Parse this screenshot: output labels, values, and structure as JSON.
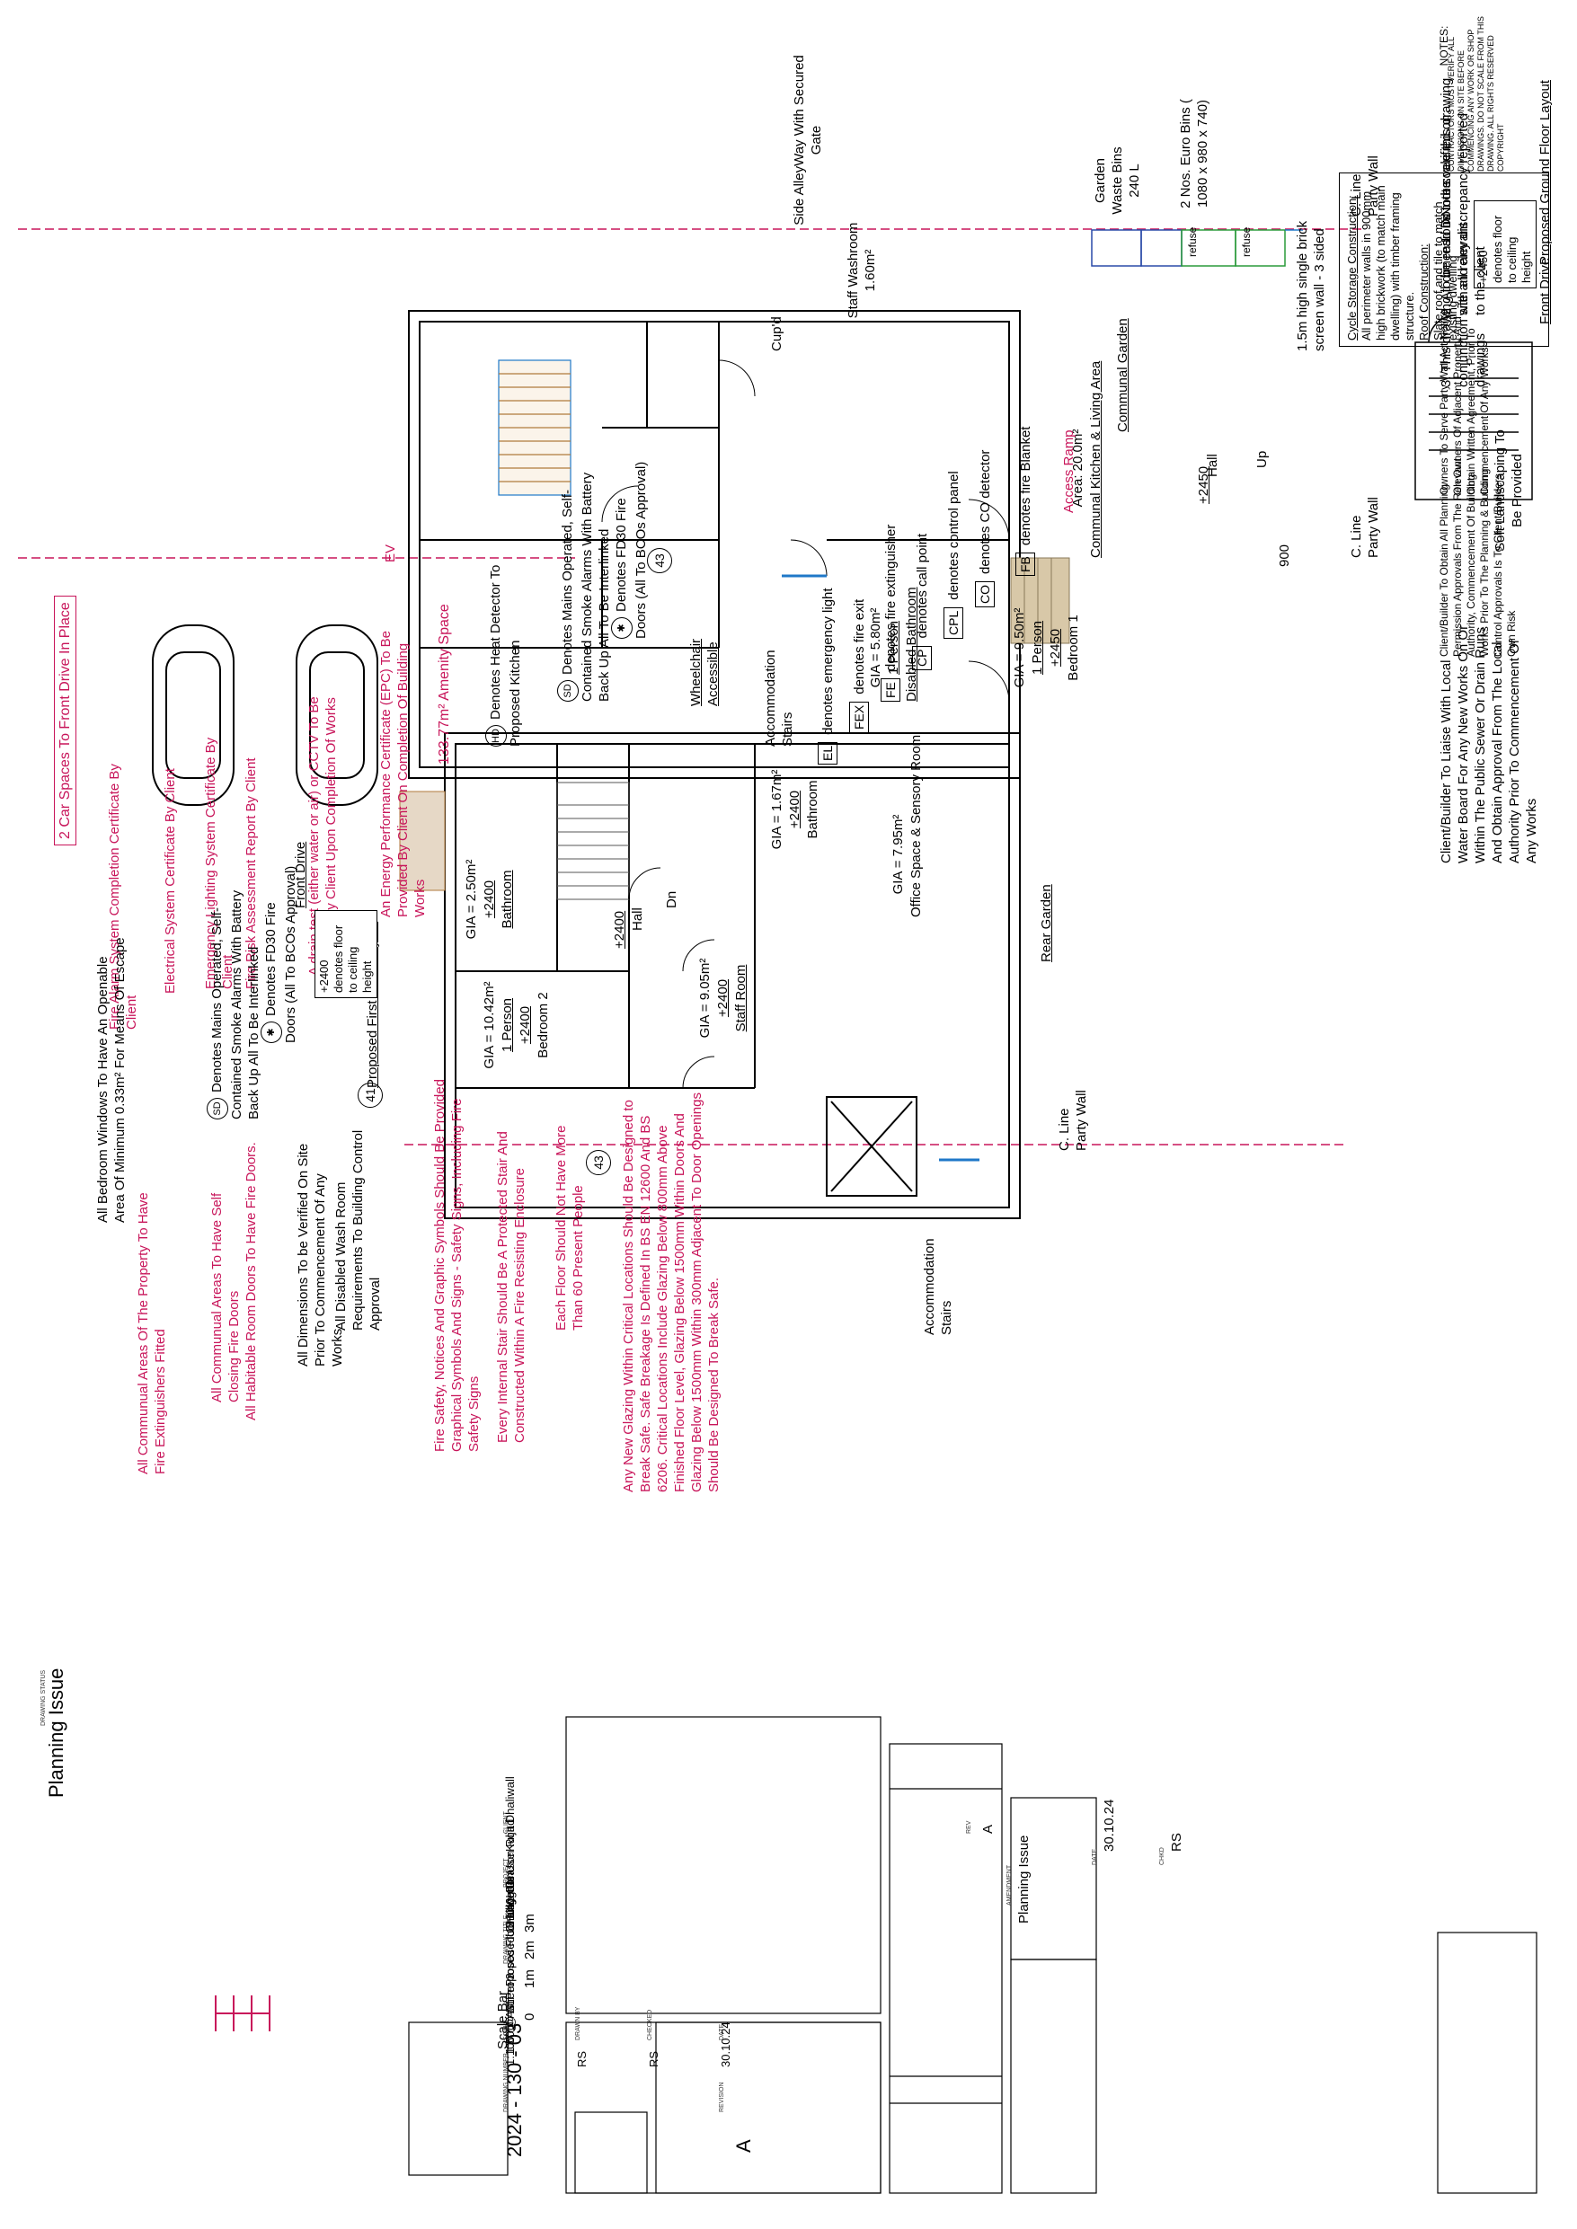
{
  "plan": {
    "colors": {
      "line": "#000000",
      "accent": "#c8155a",
      "stairs_blue": "#1f78c8",
      "ramp": "#d8c8a8",
      "bin_green": "#2a9a3a",
      "bin_blue": "#2a4aa8"
    },
    "ground": {
      "title": "Proposed Ground Floor Layout",
      "ref_no": "41",
      "floor_note": "+2450 denotes floor to ceiling height",
      "front_drive": "Front Drive",
      "soft_landscaping": "Soft Landscaping To Be Provided",
      "side_alley": "Side AlleyWay With Secured Gate",
      "staff_washroom": "Staff Washroom 1.60m²",
      "hall": "Hall",
      "hall_height": "+2450",
      "up": "Up",
      "dim_900": "900",
      "cupd": "Cup'd",
      "kitchen": "Communal Kitchen & Living Area",
      "kitchen_area": "Area: 20.0m²",
      "disabled_bath": "Disabled Bathroom",
      "disabled_bath_person": "1 Person",
      "disabled_bath_gia": "GIA = 5.80m²",
      "bedroom1": "Bedroom 1",
      "bedroom1_height": "+2450",
      "bedroom1_person": "1 Person",
      "bedroom1_gia": "GIA = 9.50m²",
      "communal_garden": "Communal Garden",
      "access_ramp": "Access Ramp",
      "ev": "EV",
      "wheelchair": "Wheelchair Accessible",
      "accommodation_stairs": "Accommodation Stairs",
      "amenity": "133.77m² Amenity Space",
      "car_spaces": "2 Car Spaces To Front Drive In Place",
      "c_line_top": "C. Line Party Wall",
      "c_line_bottom": "C. Line Party Wall",
      "bathroom_first": "Bathroom",
      "bathroom_first_height": "+2400",
      "bathroom_first_gia": "GIA = 1.67m²"
    },
    "cycle": {
      "title": "Cycle Storage Construction:",
      "body": "All perimeter walls in 900mm high brickwork (to match main dwelling) with timber framing structure.",
      "roof_title": "Roof Construction:",
      "roof_body": "Slate roof and tile to match existing dwelling"
    },
    "bins": {
      "garden_waste": "Garden Waste Bins 240 L",
      "euro_bins": "2 Nos. Euro Bins ( 1080 x 980 x 740)",
      "refuse1": "refuse",
      "refuse2": "refuse",
      "screen_wall": "1.5m high single brick screen wall - 3 sided"
    },
    "legend": [
      {
        "code": "FB",
        "text": "denotes fire Blanket"
      },
      {
        "code": "CO",
        "text": "denotes CO detector"
      },
      {
        "code": "CPL",
        "text": "denotes control panel"
      },
      {
        "code": "CP",
        "text": "denotes call point"
      },
      {
        "code": "FE",
        "text": "denotes fire extinguisher"
      },
      {
        "code": "FEX",
        "text": "denotes fire exit"
      },
      {
        "code": "EL",
        "text": "denotes emergency light"
      }
    ],
    "legend2": {
      "ref_no": "43",
      "fd30": "Denotes FD30 Fire Doors (All To BCOs Approval)",
      "sd": "Denotes Mains Operated, Self-Contained Smoke Alarms With Battery Back Up All To Be Interlinked",
      "hd": "Denotes Heat Detector To Proposed Kitchen",
      "sd_code": "SD",
      "hd_code": "HD"
    },
    "red_notes_left": [
      "An Energy Performance Certificate (EPC) To Be Provided By Client On Completion Of Building Works",
      "A drain test (either water or air) or CCTV To Be Provided By Client Upon Completion Of Works",
      "Fire Risk Assessment Report By Client",
      "Emergency Lighting System Certificate By Client",
      "Electrical System Certificate By Client",
      "Fire Alarm System Completion Certificate By Client"
    ],
    "first": {
      "title": "Proposed First Floor Layout",
      "ref_no": "41",
      "floor_note": "+2400 denotes floor to ceiling height",
      "front_drive": "Front Drive",
      "rear_garden": "Rear Garden",
      "office": "Office Space & Sensory Room",
      "office_gia": "GIA = 7.95m²",
      "staff_room": "Staff Room",
      "staff_room_height": "+2400",
      "staff_room_gia": "GIA = 9.05m²",
      "hall": "Hall",
      "hall_height": "+2400",
      "dn": "Dn",
      "bathroom": "Bathroom",
      "bathroom_height": "+2400",
      "bathroom_gia": "GIA = 2.50m²",
      "bedroom2": "Bedroom 2",
      "bedroom2_height": "+2400",
      "bedroom2_person": "1 Person",
      "bedroom2_gia": "GIA = 10.42m²",
      "c_line": "C. Line Party Wall",
      "accommodation_stairs": "Accommodation Stairs",
      "fd30": "Denotes FD30 Fire Doors (All To BCOs Approval)",
      "sd": "Denotes Mains Operated, Self-Contained Smoke Alarms With Battery Back Up All To Be Interlinked",
      "windows": "All Bedroom Windows To Have An Openable Area Of Minimum 0.33m² For Means Of Escape",
      "disabled_wash": "All Disabled Wash Room Requirements To Building Control Approval",
      "dimensions_note": "All Dimensions To be Verified On Site Prior To Commencement Of Any Works",
      "habitable_doors": "All Habitable Room Doors To Have Fire Doors.",
      "communal_doors": "All Communual Areas To Have Self Closing Fire Doors",
      "communal_extinguishers": "All Communual Areas Of The Property To Have Fire Extinguishers Fitted",
      "ref43": "43",
      "people_note": "Each Floor Should Not Have More Than 60 Present People",
      "glazing_note": "Any New Glazing Within Critical Locations Should Be Designed to Break Safe. Safe Breakage Is Defined In BS EN 12600 And BS 6206. Critical Locations Include Glazing Below 800mm Above Finished Floor Level, Glazing Below 1500mm Within Doors And Glazing Below 1500mm Within 300mm Adjacent To Door Openings Should Be Designed To Break Safe.",
      "stair_note": "Every Internal Stair Should Be A Protected Stair And Constructed Within A Fire Resisting Enclosure",
      "signs_note": "Fire Safety, Notices And Graphic Symbols Should Be Provided Graphical Symbols And Signs - Safety Signs, Including Fire Safety Signs"
    }
  },
  "titleblock": {
    "notes_header": "NOTES:",
    "notes_contractors": "CONTRACTORS MUST VERIFY ALL DIMENSIONS ON SITE BEFORE COMMENCING ANY WORK OR SHOP DRAWINGS. DO NOT SCALE FROM THIS DRAWING. ALL RIGHTS RESERVED COPYRIGHT",
    "notes_title": "Notes:",
    "notes": [
      "1. Do not scale this drawing",
      "2. All dimensions to be verified on site and any discrepancy reported to the client",
      "3. This drawing to be read in conjunction with all relevant drawings"
    ],
    "party_wall": "Owners To Serve Party Wall Act Notice On Owners Of Adjacent Property And Obtain Written Agreement, Prior To Commencement Of Any Works",
    "planning": "Client/Builder To Obtain All Planning Permission Approvals From The Relevant Authority, Commencement Of Building Works Prior To The Planning & Building Control Approvals Is To Client/Builders Own Risk",
    "water_board": "Client/Builder To Liaise With Local Water Board For Any New Works On Or Within The Public Sewer Or Drain Runs And Obtain Approval From The Local Authority Prior To Commencement Of Any Works",
    "revision_row": {
      "rev": "A",
      "amendment": "Planning Issue",
      "date": "30.10.24",
      "chkd": "RS"
    },
    "rev_headers": {
      "rev": "REV",
      "amendment": "AMENDMENT",
      "date": "DATE",
      "chkd": "CHKD"
    },
    "scale_bar": {
      "title": "Scale Bar",
      "ticks": [
        "0",
        "1m",
        "2m",
        "3m"
      ]
    },
    "client_label": "CLIENT",
    "client": "Kuljit Dhaliwall",
    "project_label": "PROJECT",
    "project": [
      "41 Gleason Road",
      "Hillingdon",
      "UB10 0HU"
    ],
    "drawing_title_label": "DRAWING TITLE",
    "drawing_title": [
      "Proposed Change Of Use",
      "Proposed Floor Layouts",
      "Sheet 3"
    ],
    "scale_label": "SCALE",
    "scale": [
      "1:50 @ A1",
      "1:100 @ A3"
    ],
    "drawn_label": "DRAWN BY",
    "drawn": "RS",
    "checked_label": "CHECKED",
    "checked": "RS",
    "date_label": "DATE",
    "date": "30.10.24",
    "number_label": "DRAWING NUMBER",
    "number": "2024 - 130 - 03",
    "revision_label": "REVISION",
    "revision": "A",
    "status_label": "DRAWING STATUS",
    "status": "Planning Issue"
  }
}
